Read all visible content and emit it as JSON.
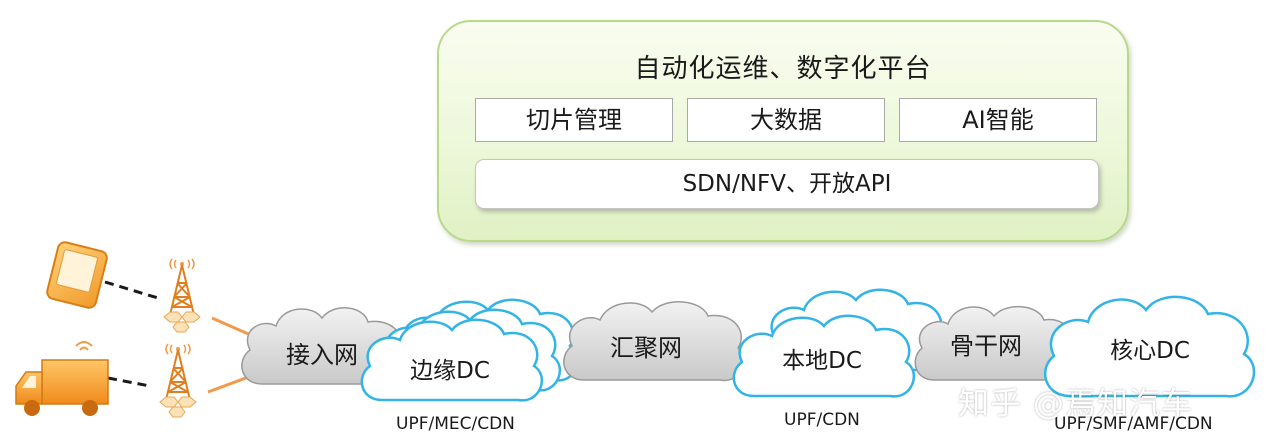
{
  "platform": {
    "title": "自动化运维、数字化平台",
    "boxes": [
      "切片管理",
      "大数据",
      "AI智能"
    ],
    "api": "SDN/NFV、开放API"
  },
  "network": {
    "access": "接入网",
    "edge_dc": "边缘DC",
    "aggregation": "汇聚网",
    "local_dc": "本地DC",
    "backbone": "骨干网",
    "core_dc": "核心DC"
  },
  "functions": {
    "edge": "UPF/MEC/CDN",
    "local": "UPF/CDN",
    "core": "UPF/SMF/AMF/CDN"
  },
  "watermark": "知乎 @焉知汽车",
  "colors": {
    "panel_border": "#b9d98a",
    "blue_cloud_stroke": "#33b3e6",
    "grey_cloud_fill": "#d9d9d9",
    "device_orange": "#f4a93c",
    "link_orange": "#f2994a"
  }
}
